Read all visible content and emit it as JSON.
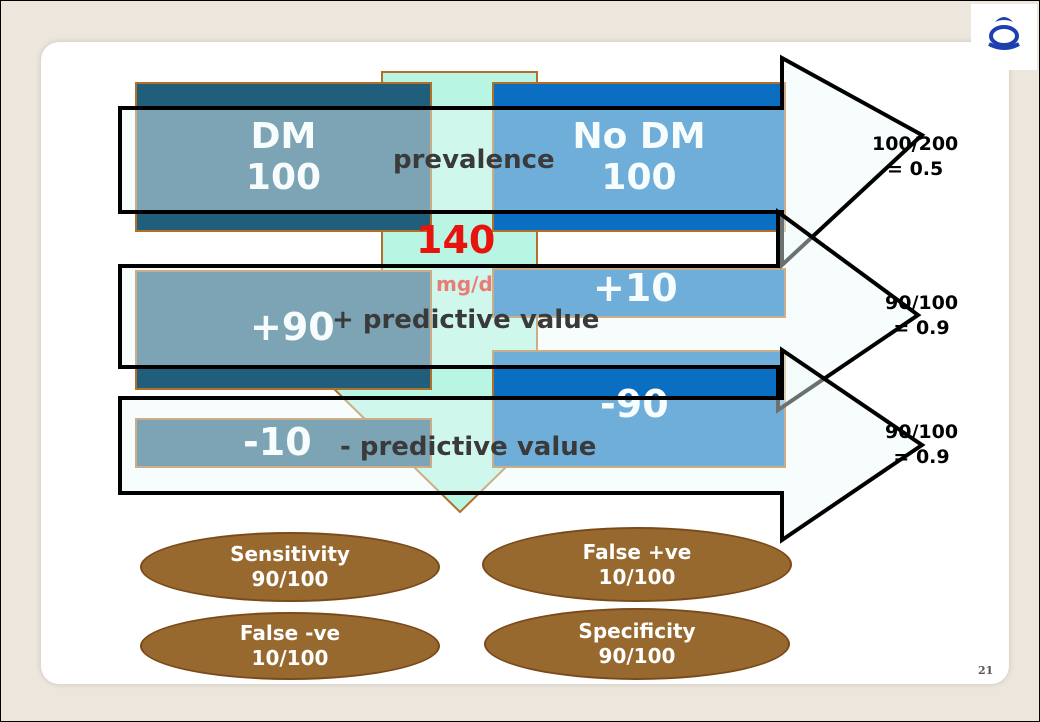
{
  "boxes": {
    "dm_total": {
      "label": "DM",
      "value": "100"
    },
    "nodm_total": {
      "label": "No DM",
      "value": "100"
    },
    "tp": "+90",
    "fp": "+10",
    "fn": "-10",
    "tn": "-90"
  },
  "threshold": {
    "value": "140",
    "unit": "mg/d"
  },
  "arrow_labels": {
    "prevalence": "prevalence",
    "ppv": "+ predictive value",
    "npv": "- predictive value"
  },
  "results": [
    {
      "fraction": "100/200",
      "equals": "= 0.5"
    },
    {
      "fraction": "90/100",
      "equals": "= 0.9"
    },
    {
      "fraction": "90/100",
      "equals": "= 0.9"
    }
  ],
  "metrics": [
    {
      "name": "Sensitivity",
      "value": "90/100"
    },
    {
      "name": "False +ve",
      "value": "10/100"
    },
    {
      "name": "False -ve",
      "value": "10/100"
    },
    {
      "name": "Specificity",
      "value": "90/100"
    }
  ],
  "page_number": "21",
  "colors": {
    "dm": "#215e7c",
    "nodm": "#0a6fc2",
    "arrow_fill": "#b8f5e2",
    "ellipse": "#98692e",
    "accent_red": "#e8130c"
  }
}
